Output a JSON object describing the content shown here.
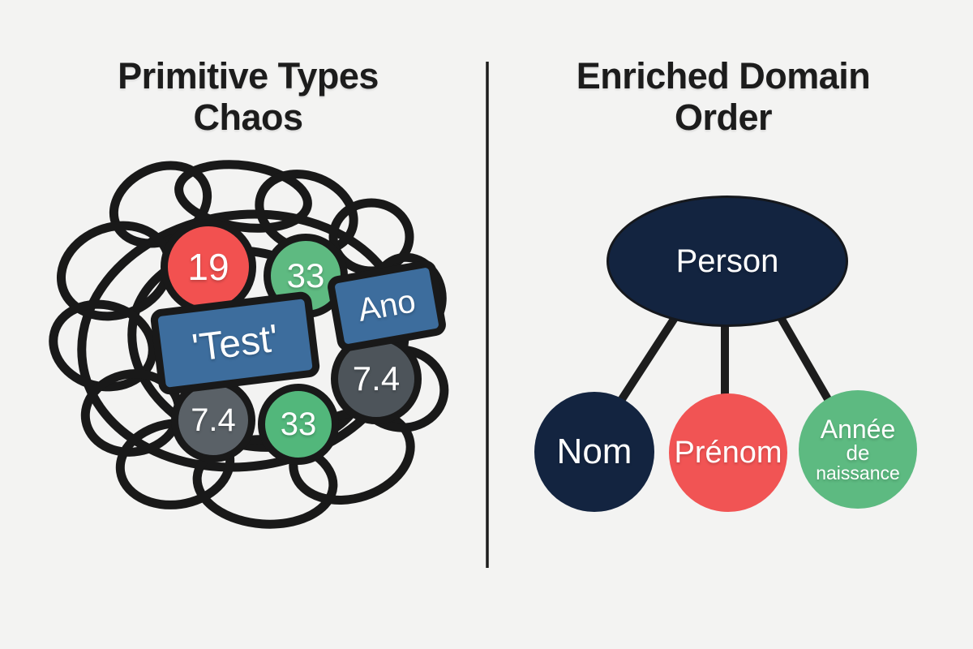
{
  "page": {
    "background_color": "#f3f3f2",
    "divider_color": "#1d1d1d",
    "outline_color": "#191919"
  },
  "left_panel": {
    "title_line1": "Primitive Types",
    "title_line2": "Chaos",
    "nodes": [
      {
        "name": "value-19",
        "label": "19",
        "shape": "circle",
        "color": "#f25150"
      },
      {
        "name": "value-33-top",
        "label": "33",
        "shape": "circle",
        "color": "#5eba81"
      },
      {
        "name": "value-ano",
        "label": "Ano",
        "shape": "rect",
        "color": "#3d6d9d"
      },
      {
        "name": "value-test",
        "label": "'Test'",
        "shape": "rect",
        "color": "#3d6d9d"
      },
      {
        "name": "value-7-4-right",
        "label": "7.4",
        "shape": "circle",
        "color": "#4d545a"
      },
      {
        "name": "value-7-4-left",
        "label": "7.4",
        "shape": "circle",
        "color": "#5a6167"
      },
      {
        "name": "value-33-bottom",
        "label": "33",
        "shape": "circle",
        "color": "#52b77b"
      }
    ]
  },
  "right_panel": {
    "title_line1": "Enriched Domain",
    "title_line2": "Order",
    "root": {
      "label": "Person",
      "color": "#132440"
    },
    "children": [
      {
        "label": "Nom",
        "color": "#132440"
      },
      {
        "label": "Prénom",
        "color": "#f15454"
      },
      {
        "label_line1": "Année",
        "label_line2": "de",
        "label_line3": "naissance",
        "color": "#5dba81"
      }
    ]
  }
}
